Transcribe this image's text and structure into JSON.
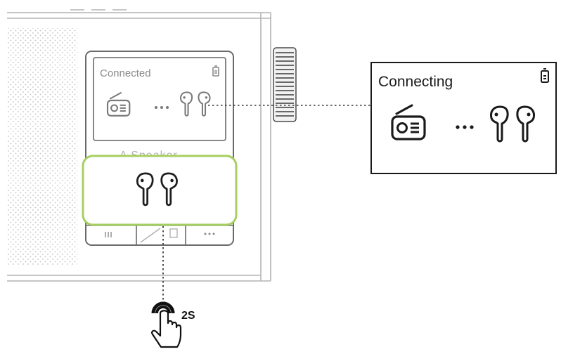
{
  "device_screen": {
    "status_text": "Connected",
    "faded_text": "A Speaker"
  },
  "callout": {
    "status_text": "Connecting"
  },
  "press_instruction": {
    "duration": "2S"
  },
  "icons": [
    "radio-icon",
    "earbuds-icon",
    "battery-icon",
    "earbuds-button-icon",
    "press-hand-icon"
  ],
  "colors": {
    "highlight": "#a6cf62",
    "line": "#2b2b2b",
    "faded": "#8a8a8a"
  }
}
